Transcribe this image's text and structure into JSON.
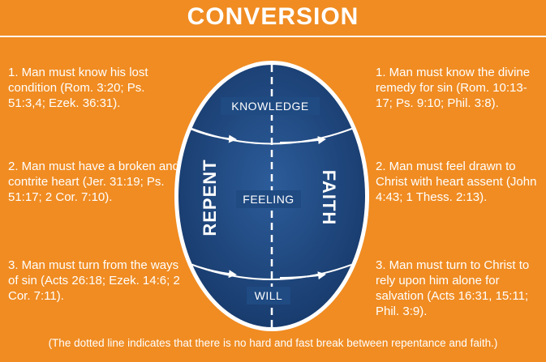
{
  "title": "CONVERSION",
  "left": [
    "1. Man must know his lost condition (Rom. 3:20; Ps. 51:3,4; Ezek. 36:31).",
    "2. Man must have a broken and contrite heart (Jer. 31:19; Ps. 51:17; 2 Cor. 7:10).",
    "3. Man must turn from the ways of sin (Acts 26:18; Ezek. 14:6; 2 Cor. 7:11)."
  ],
  "right": [
    "1. Man must know the divine remedy for sin (Rom. 10:13-17; Ps. 9:10; Phil. 3:8).",
    "2. Man must feel drawn to Christ with heart assent (John 4:43; 1 Thess. 2:13).",
    "3. Man must turn to Christ to rely upon him alone for salvation (Acts 16:31, 15:11; Phil. 3:9)."
  ],
  "diagram": {
    "knowledge": "KNOWLEDGE",
    "feeling": "FEELING",
    "will": "WILL",
    "repent": "REPENT",
    "faith": "FAITH"
  },
  "footnote": "(The dotted line indicates that there is no hard and fast break between repentance and faith.)",
  "colors": {
    "background": "#F08C22",
    "egg_fill": "#1F4A82",
    "egg_dark": "#163864",
    "text": "#FFFFFF"
  }
}
